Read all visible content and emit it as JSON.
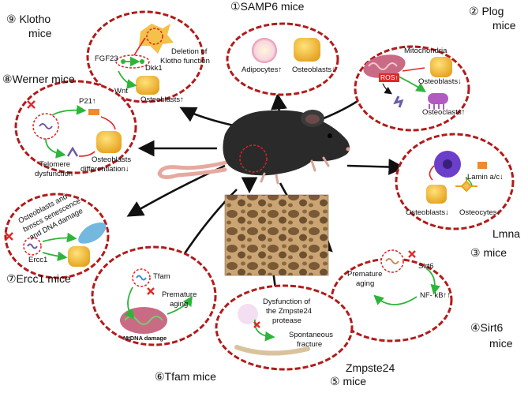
{
  "models": {
    "samp6": {
      "title": "①SAMP6 mice",
      "adipocytes": "Adipocytes↑",
      "osteoblasts": "Osteoblasts↓"
    },
    "plog": {
      "title_line1": "② Plog",
      "title_line2": "mice",
      "mitochondria": "Mitochondria",
      "ros": "ROS↑",
      "osteoblasts": "Osteoblasts↓",
      "osteoclasts": "Osteoclasts↑"
    },
    "lmna": {
      "title_line1": "Lmna",
      "title_line2": "③ mice",
      "lamin": "Lamin a/c↓",
      "osteoblasts": "Osteoblasts↓",
      "osteocytes": "Osteocytes↓"
    },
    "sirt6": {
      "title_line1": "④Sirt6",
      "title_line2": "mice",
      "sirt6": "Sirt6",
      "premature_line1": "Premature",
      "premature_line2": "aging",
      "nfkb": "NF- kB↑↑"
    },
    "zmpste24": {
      "title_line1": "Zmpste24",
      "title_line2": "⑤ mice",
      "dysfunction_line1": "Dysfunction of",
      "dysfunction_line2": "the Zmpste24",
      "dysfunction_line3": "protease",
      "fracture_line1": "Spontaneous",
      "fracture_line2": "fracture"
    },
    "tfam": {
      "title": "⑥Tfam mice",
      "tfam": "Tfam",
      "premature_line1": "Premature",
      "premature_line2": "aging",
      "mtdna": "MtDNA damage"
    },
    "ercc1": {
      "title": "⑦Ercc1 mice",
      "line1": "Osteoblasts and",
      "line2": "bmscs senescence",
      "line3": "and DNA damage",
      "ercc1": "Ercc1"
    },
    "werner": {
      "title": "⑧Werner mice",
      "p21": "P21↑",
      "telomere_line1": "Telomere",
      "telomere_line2": "dysfunction",
      "osteo_line1": "Osteoblasts",
      "osteo_line2": "differentiation↓"
    },
    "klotho": {
      "title_line1": "⑨  Klotho",
      "title_line2": "mice",
      "deletion_line1": "Deletion of",
      "deletion_line2": "Klotho function",
      "fgf23": "FGF23",
      "dkk1": "Dkk1",
      "wnt": "Wnt",
      "osteoblasts": "Osteoblasts↑"
    }
  },
  "colors": {
    "ellipse_border": "#b11b1b",
    "green_arrow": "#2db53a",
    "red_inhibit": "#e02828",
    "osteoblast": "#f2b733",
    "mouse": "#2a2a2a",
    "bone": "#c9a46b"
  }
}
